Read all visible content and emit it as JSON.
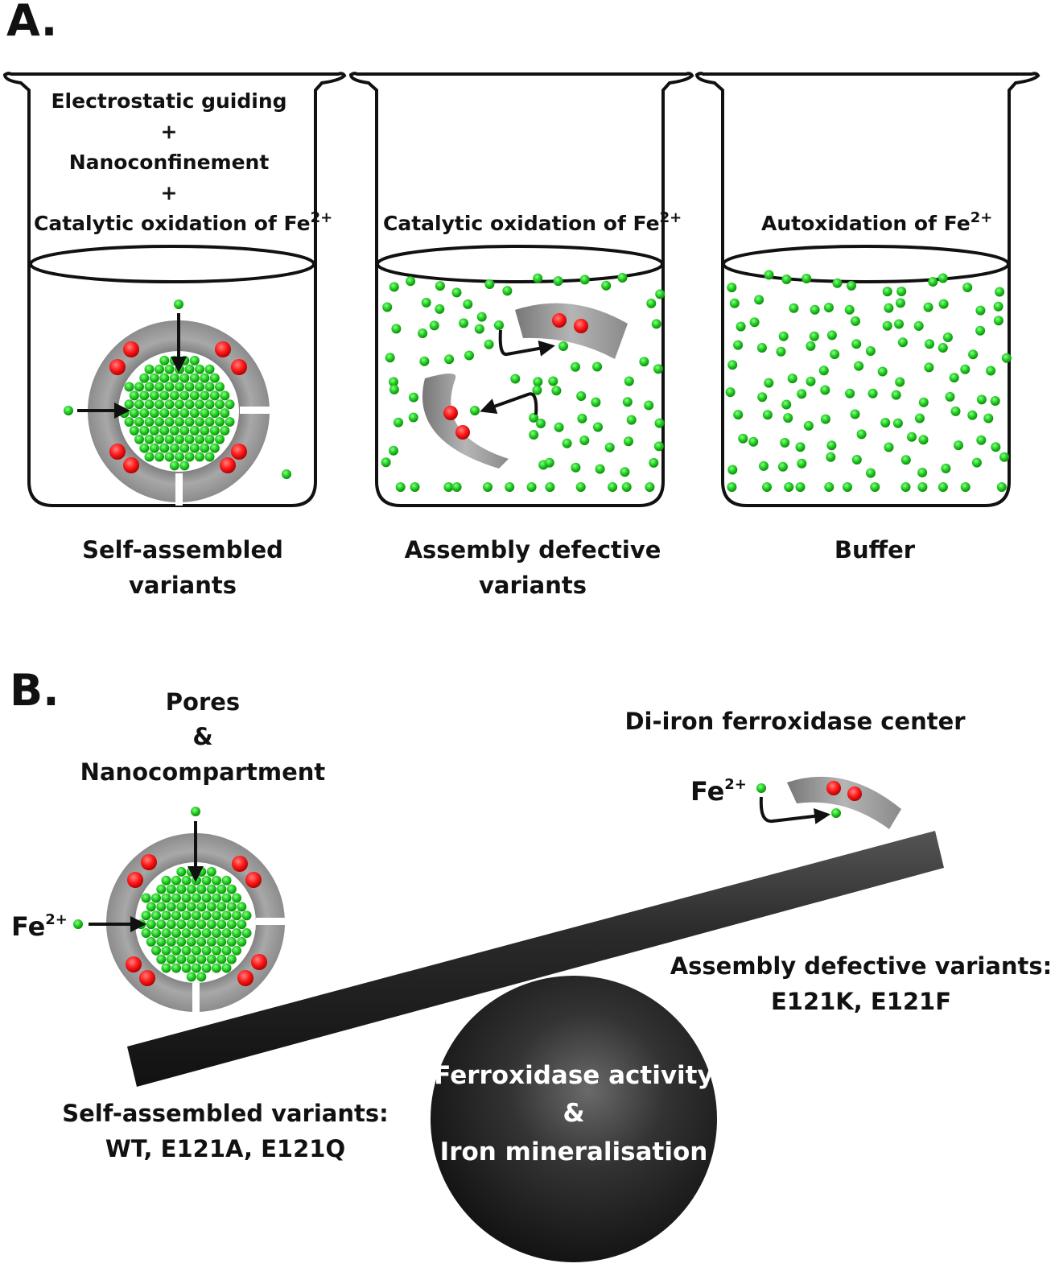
{
  "panel_a": {
    "label": "A.",
    "beakers": [
      {
        "lines": [
          "Electrostatic guiding",
          "+",
          "Nanoconfinement",
          "+"
        ],
        "last_line": "Catalytic oxidation of Fe",
        "last_sup": "2+",
        "caption": [
          "Self-assembled",
          "variants"
        ]
      },
      {
        "last_line": "Catalytic oxidation of Fe",
        "last_sup": "2+",
        "caption": [
          "Assembly defective",
          "variants"
        ]
      },
      {
        "last_line": "Autoxidation of Fe",
        "last_sup": "2+",
        "caption": [
          "Buffer"
        ]
      }
    ]
  },
  "panel_b": {
    "label": "B.",
    "left_title": [
      "Pores",
      "&",
      "Nanocompartment"
    ],
    "right_title": "Di-iron ferroxidase center",
    "ion_left": {
      "base": "Fe",
      "sup": "2+"
    },
    "ion_right": {
      "base": "Fe",
      "sup": "2+"
    },
    "left_caption": [
      "Self-assembled variants:",
      "WT, E121A, E121Q"
    ],
    "right_caption": [
      "Assembly defective variants:",
      "E121K, E121F"
    ],
    "fulcrum_text": [
      "Ferroxidase activity",
      "&",
      "Iron mineralisation"
    ]
  },
  "colors": {
    "fe2_ion": "#22cc22",
    "fe_site": "#ff1a1a",
    "protein_shell": "#8a8a8a",
    "lever": "#2a2a2a"
  }
}
